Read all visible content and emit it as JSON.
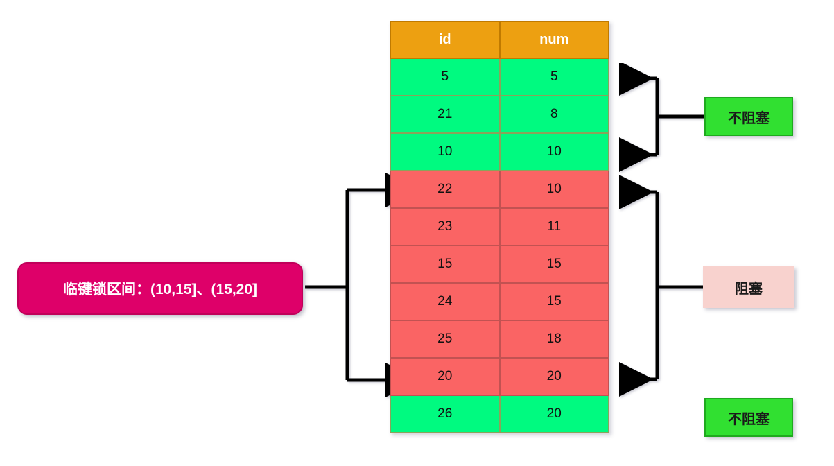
{
  "diagram": {
    "title": "MySQL next-key lock blocking diagram",
    "colors": {
      "header": "#eda011",
      "non_blocking_row": "#00fa80",
      "blocking_row": "#fa6464",
      "label_green": "#31e031",
      "label_pink": "#f8d2ce",
      "gap_lock_box": "#de0069",
      "arrow": "#000000"
    }
  },
  "table": {
    "columns": [
      "id",
      "num"
    ],
    "rows": [
      {
        "id": "5",
        "num": "5",
        "state": "non-blocking"
      },
      {
        "id": "21",
        "num": "8",
        "state": "non-blocking"
      },
      {
        "id": "10",
        "num": "10",
        "state": "non-blocking"
      },
      {
        "id": "22",
        "num": "10",
        "state": "blocking"
      },
      {
        "id": "23",
        "num": "11",
        "state": "blocking"
      },
      {
        "id": "15",
        "num": "15",
        "state": "blocking"
      },
      {
        "id": "24",
        "num": "15",
        "state": "blocking"
      },
      {
        "id": "25",
        "num": "18",
        "state": "blocking"
      },
      {
        "id": "20",
        "num": "20",
        "state": "blocking"
      },
      {
        "id": "26",
        "num": "20",
        "state": "non-blocking"
      }
    ]
  },
  "labels": {
    "non_blocking_top": "不阻塞",
    "blocking": "阻塞",
    "non_blocking_bottom": "不阻塞",
    "gap_lock": "临键锁区间：(10,15]、(15,20]"
  }
}
